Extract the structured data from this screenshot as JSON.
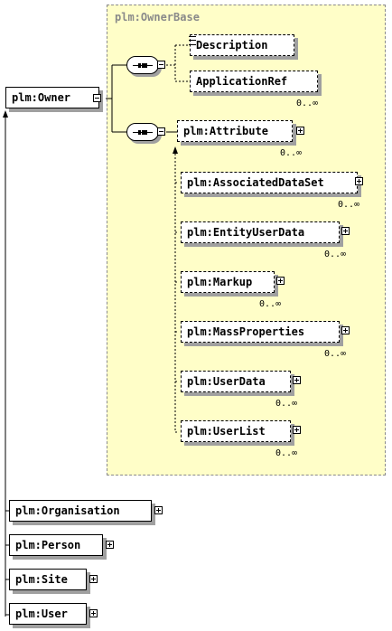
{
  "group": {
    "title": "plm:OwnerBase"
  },
  "root": {
    "label": "plm:Owner"
  },
  "base_elements": [
    {
      "label": "Description",
      "cardinality": ""
    },
    {
      "label": "ApplicationRef",
      "cardinality": "0..∞"
    }
  ],
  "attribute_choice": [
    {
      "label": "plm:Attribute",
      "cardinality": "0..∞"
    },
    {
      "label": "plm:AssociatedDataSet",
      "cardinality": "0..∞"
    },
    {
      "label": "plm:EntityUserData",
      "cardinality": "0..∞"
    },
    {
      "label": "plm:Markup",
      "cardinality": "0..∞"
    },
    {
      "label": "plm:MassProperties",
      "cardinality": "0..∞"
    },
    {
      "label": "plm:UserData",
      "cardinality": "0..∞"
    },
    {
      "label": "plm:UserList",
      "cardinality": "0..∞"
    }
  ],
  "derived_types": [
    {
      "label": "plm:Organisation"
    },
    {
      "label": "plm:Person"
    },
    {
      "label": "plm:Site"
    },
    {
      "label": "plm:User"
    }
  ]
}
